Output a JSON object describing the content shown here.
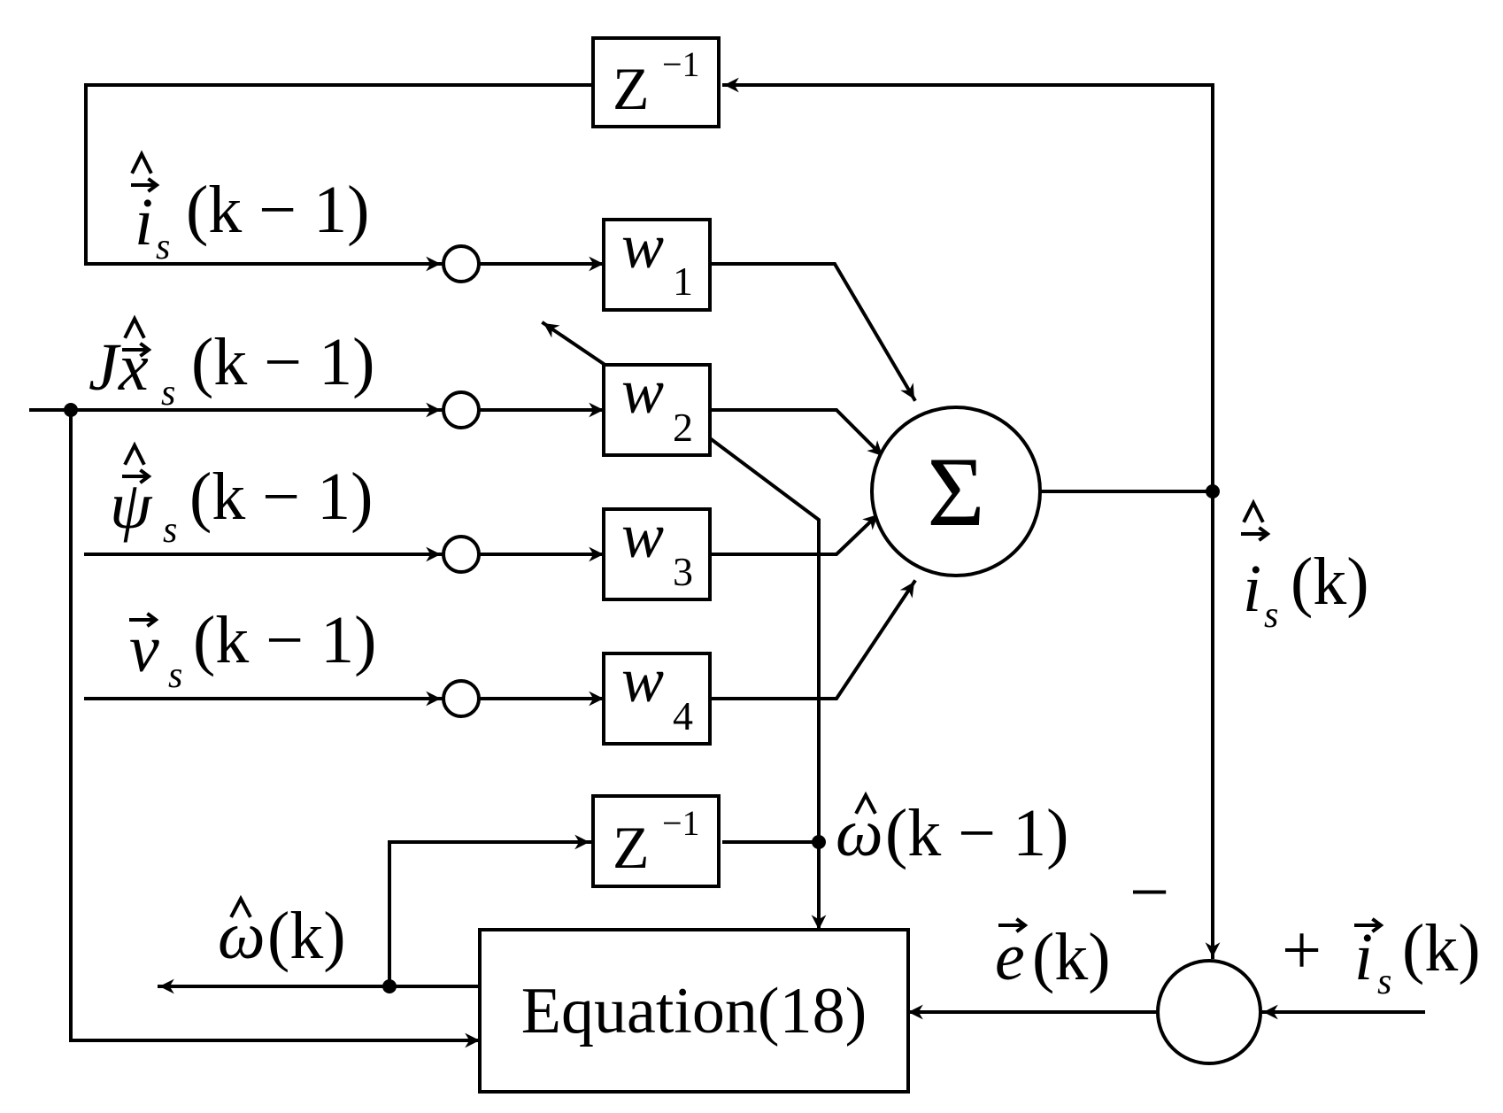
{
  "blocks": {
    "delay_top": {
      "base": "Z",
      "exp": "−1"
    },
    "delay_bottom": {
      "base": "Z",
      "exp": "−1"
    },
    "w1": {
      "base": "w",
      "sub": "1"
    },
    "w2": {
      "base": "w",
      "sub": "2"
    },
    "w3": {
      "base": "w",
      "sub": "3"
    },
    "w4": {
      "base": "w",
      "sub": "4"
    },
    "sum": "Σ",
    "equation": "Equation(18)"
  },
  "signals": {
    "is_hat_prev": {
      "base": "i",
      "sub": "s",
      "arg": "(k − 1)"
    },
    "jxs_hat_prev": {
      "pre": "J",
      "base": "x",
      "sub": "s",
      "arg": "(k − 1)"
    },
    "psi_hat_prev": {
      "base": "ψ",
      "sub": "s",
      "arg": "(k − 1)"
    },
    "vs_prev": {
      "base": "v",
      "sub": "s",
      "arg": "(k − 1)"
    },
    "is_hat_k": {
      "base": "i",
      "sub": "s",
      "arg": "(k)"
    },
    "omega_hat_prev": {
      "base": "ω",
      "arg": "(k − 1)"
    },
    "omega_hat_k": {
      "base": "ω",
      "arg": "(k)"
    },
    "error_k": {
      "base": "e",
      "arg": "(k)"
    },
    "is_k": {
      "base": "i",
      "sub": "s",
      "arg": "(k)"
    }
  },
  "signs": {
    "minus": "−",
    "plus": "+"
  }
}
